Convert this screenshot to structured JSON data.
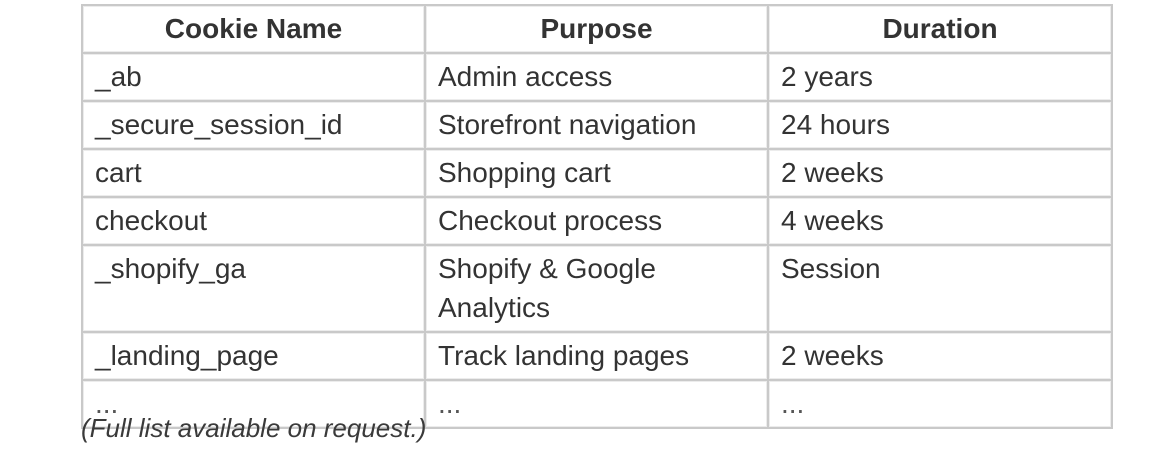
{
  "table": {
    "headers": [
      "Cookie Name",
      "Purpose",
      "Duration"
    ],
    "rows": [
      [
        "_ab",
        "Admin access",
        "2 years"
      ],
      [
        "_secure_session_id",
        "Storefront navigation",
        "24 hours"
      ],
      [
        "cart",
        "Shopping cart",
        "2 weeks"
      ],
      [
        "checkout",
        "Checkout process",
        "4 weeks"
      ],
      [
        "_shopify_ga",
        "Shopify & Google Analytics",
        "Session"
      ],
      [
        "_landing_page",
        "Track landing pages",
        "2 weeks"
      ],
      [
        "...",
        "...",
        "..."
      ]
    ]
  },
  "footnote": "(Full list available on request.)"
}
